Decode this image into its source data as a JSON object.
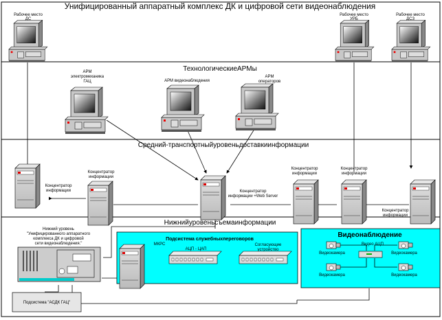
{
  "title": "Унифицированный аппаратный комплекс ДК  и цифровой сети видеонаблюдения",
  "bands": {
    "apm": "ТехнологическиеАРМы",
    "transport": "Средний-транспортныйуровеньдоставкиинформации",
    "lower": "Нижнийуровеньсъемаинформации"
  },
  "workstations": [
    {
      "line1": "Рабочее место",
      "line2": "ДС"
    },
    {
      "line1": "Рабочее место",
      "line2": "УРБ"
    },
    {
      "line1": "Рабочее место",
      "line2": "ДСЗ"
    }
  ],
  "apms": [
    {
      "line1": "АРМ",
      "line2": "электромеханика",
      "line3": "ГАЦ"
    },
    {
      "line1": "АРМ видеонаблюдения"
    },
    {
      "line1": "АРМ",
      "line2": "операторов"
    }
  ],
  "concentrator": {
    "line1": "Концентратор",
    "line2": "информации"
  },
  "web_server": {
    "line1": "Концентратор",
    "line2": "информации +Web Server"
  },
  "lower_unit": {
    "line1": "Нижний уровень",
    "line2": "\"Унифицированного  аппаратного",
    "line3": "комплекса ДК  и цифровой",
    "line4": "сети видеонаблюдения.\""
  },
  "negotiation": {
    "title": "Подсистема служебныхпереговоров",
    "mkrs": "МКРС",
    "adc": "АЦП - ЦАП",
    "matching1": "Согласующие",
    "matching2": "устройство"
  },
  "video": {
    "title": "Видеонаблюдение",
    "adc": "Видео АЦП",
    "camera": "Видеокамера"
  },
  "asdk": "Подсистема \"АСДК ГАЦ\"",
  "colors": {
    "cyan": "#00FFFF",
    "panel": "#d9d9d9"
  }
}
